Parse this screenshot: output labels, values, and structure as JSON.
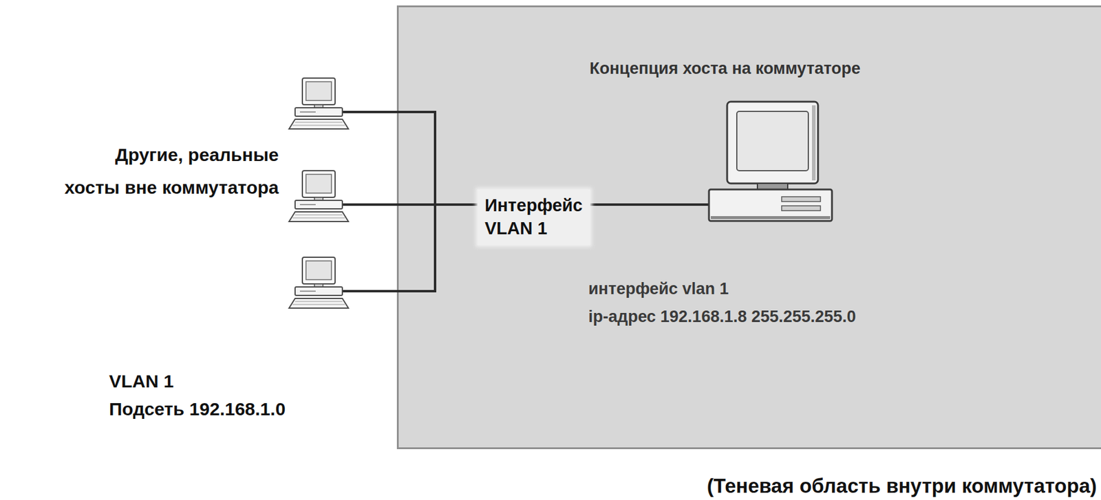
{
  "diagram": {
    "nodes": [
      {
        "text": [
          "Концепция хоста на коммутаторе",
          "интерфейс vlan 1",
          "ip-адрес 192.168.1.8 255.255.255.0",
          "(Теневая область внутри коммутатора)"
        ]
      },
      {
        "text": [
          "Интерфейс VLAN 1"
        ],
        "in": 0
      }
    ],
    "labels": [
      "Другие, реальные хосты вне коммутатора",
      "VLAN 1",
      "Подсеть 192.168.1.0"
    ]
  }
}
